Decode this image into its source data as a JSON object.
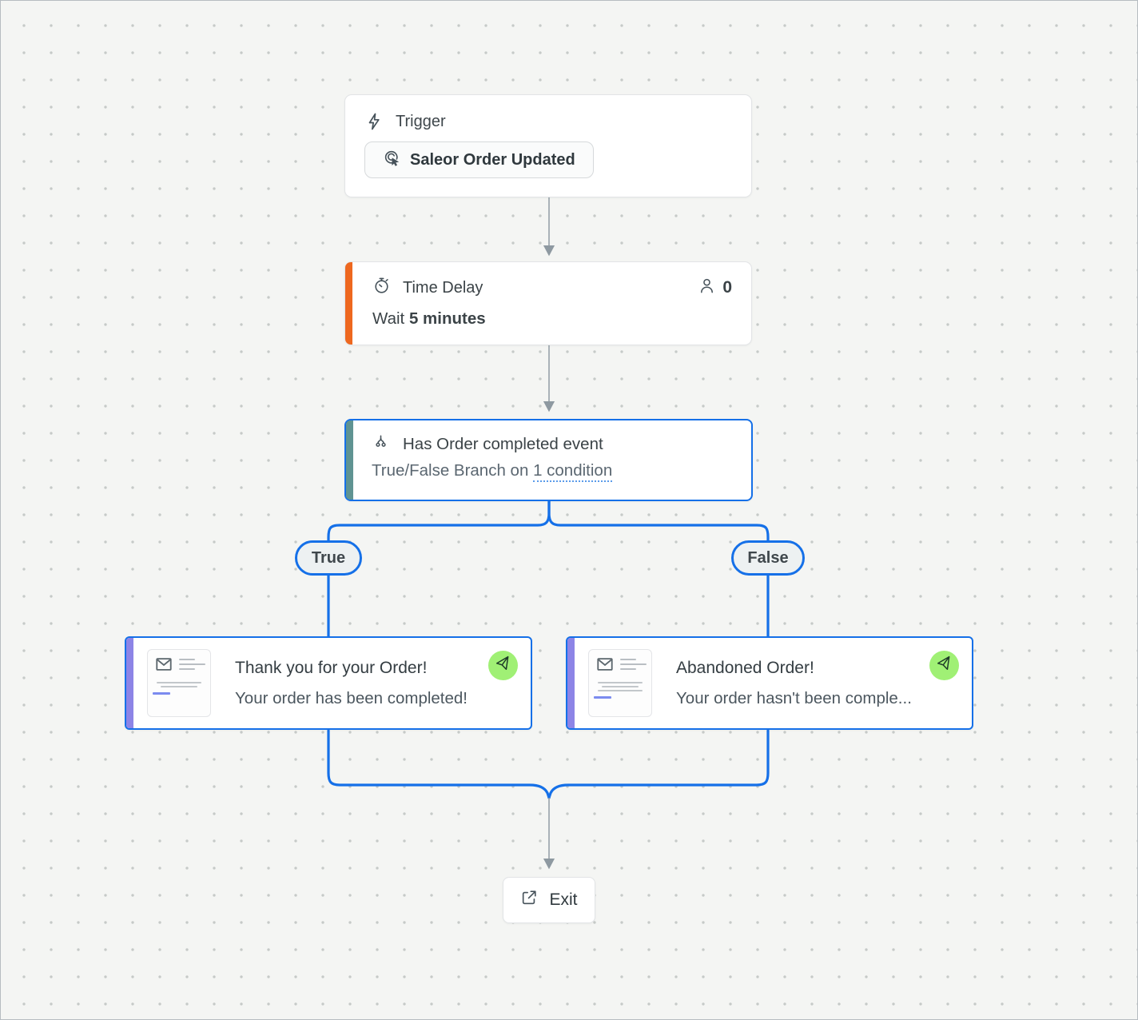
{
  "trigger": {
    "label": "Trigger",
    "button_label": "Saleor Order Updated"
  },
  "time_delay": {
    "title": "Time Delay",
    "wait_prefix": "Wait ",
    "wait_value": "5 minutes",
    "contact_count": "0"
  },
  "condition": {
    "title": "Has Order completed event",
    "subtitle_prefix": "True/False Branch on ",
    "subtitle_link": "1 condition"
  },
  "branches": {
    "true_label": "True",
    "false_label": "False"
  },
  "emails": {
    "true_branch": {
      "title": "Thank you for your Order!",
      "subtitle": "Your order has been completed!"
    },
    "false_branch": {
      "title": "Abandoned Order!",
      "subtitle": "Your order hasn't been comple..."
    }
  },
  "exit": {
    "label": "Exit"
  },
  "colors": {
    "accent_blue": "#1570e8",
    "delay_orange": "#ee681f",
    "condition_teal": "#5f9392",
    "email_purple": "#8d84e6",
    "sent_green": "#a0f075",
    "connector_gray": "#8e99a1",
    "canvas_bg": "#f4f5f3",
    "dot_color": "#c6cac8"
  }
}
